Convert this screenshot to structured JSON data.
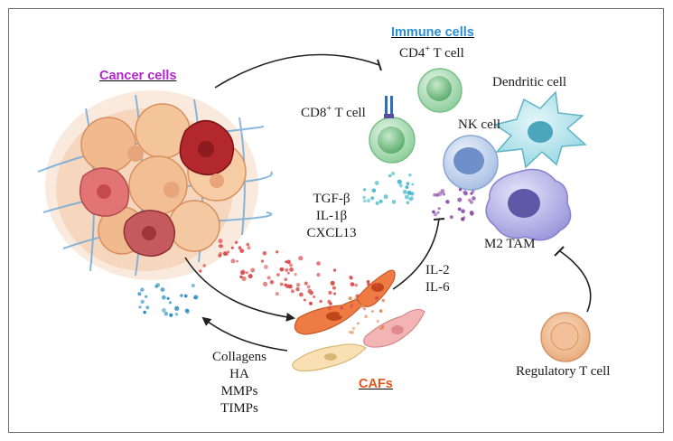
{
  "titles": {
    "cancer": "Cancer cells",
    "immune": "Immune cells",
    "cafs": "CAFs"
  },
  "cells": {
    "cd4_main": "CD4",
    "cd4_sup": "+",
    "cd4_suffix": " T cell",
    "cd8_main": "CD8",
    "cd8_sup": "+",
    "cd8_suffix": " T cell",
    "dendritic": "Dendritic cell",
    "nk": "NK cell",
    "m2": "M2 TAM",
    "treg": "Regulatory T cell"
  },
  "factors": {
    "cancer_secreted": [
      "TGF-β",
      "IL-1β",
      "CXCL13"
    ],
    "caf_secreted": [
      "IL-2",
      "IL-6"
    ],
    "matrix": [
      "Collagens",
      "HA",
      "MMPs",
      "TIMPs"
    ]
  },
  "colors": {
    "cancer_title": "#b026c9",
    "immune_title": "#2a8fd6",
    "cafs_title": "#e4571c",
    "arrow": "#222222"
  }
}
